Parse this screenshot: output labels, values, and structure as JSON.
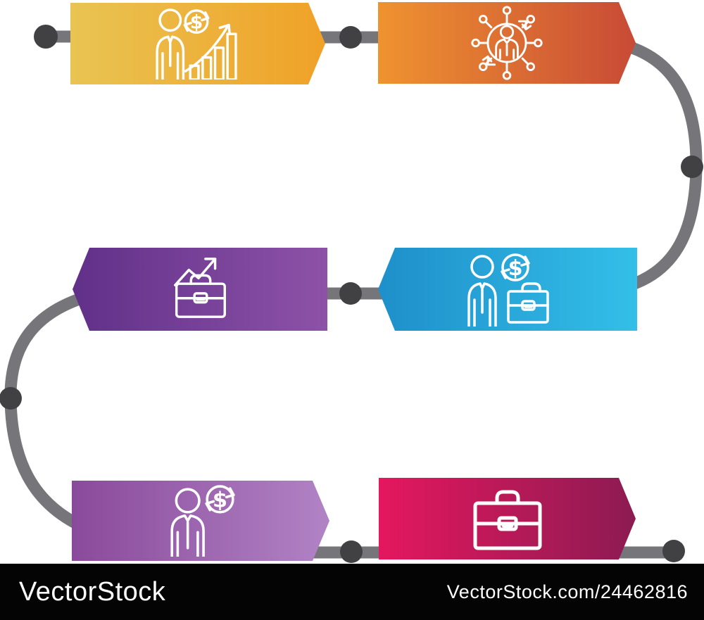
{
  "title": "business-infographic-timeline",
  "watermark": {
    "brand": "VectorStock",
    "credit": "VectorStock.com/24462816"
  },
  "colors": {
    "path": "#76767a",
    "node": "#414144",
    "watermark_bg": "#040404",
    "watermark_text": "#ffffff",
    "icon_stroke": "#ffffff",
    "background": "#ffffff"
  },
  "banners": [
    {
      "id": "step-1",
      "icon": "growth-analysis-icon",
      "direction": "right",
      "gradient": {
        "from": "#e9c452",
        "to": "#f0a127"
      }
    },
    {
      "id": "step-2",
      "icon": "networking-person-icon",
      "direction": "right",
      "gradient": {
        "from": "#ef9330",
        "to": "#c84a36"
      }
    },
    {
      "id": "step-3",
      "icon": "briefcase-growth-icon",
      "direction": "left",
      "gradient": {
        "from": "#613089",
        "to": "#8d52a8"
      }
    },
    {
      "id": "step-4",
      "icon": "person-money-briefcase-icon",
      "direction": "left",
      "gradient": {
        "from": "#1e8fca",
        "to": "#33bfe8"
      }
    },
    {
      "id": "step-5",
      "icon": "person-money-icon",
      "direction": "right",
      "gradient": {
        "from": "#8a4a9b",
        "to": "#b183c5"
      }
    },
    {
      "id": "step-6",
      "icon": "briefcase-icon",
      "direction": "right",
      "gradient": {
        "from": "#e5175e",
        "to": "#8c1b52"
      }
    }
  ]
}
